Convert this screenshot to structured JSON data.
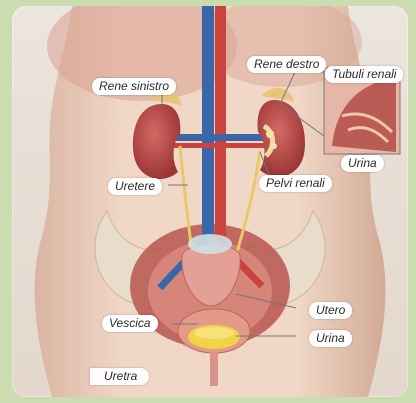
{
  "labels": {
    "rene_sinistro": "Rene sinistro",
    "rene_destro": "Rene destro",
    "tubuli_renali": "Tubuli renali",
    "urina_inset": "Urina",
    "uretere": "Uretere",
    "pelvi_renali": "Pelvi renali",
    "utero": "Utero",
    "vescica": "Vescica",
    "urina_bladder": "Urina",
    "uretra": "Uretra"
  },
  "colors": {
    "background": "#ccdcb1",
    "skin": "#e8ccbb",
    "kidney": "#b84a4a",
    "aorta": "#c8443c",
    "vena_cava": "#3b67a8",
    "ureter": "#e9c86a",
    "urine": "#f1d34a"
  }
}
